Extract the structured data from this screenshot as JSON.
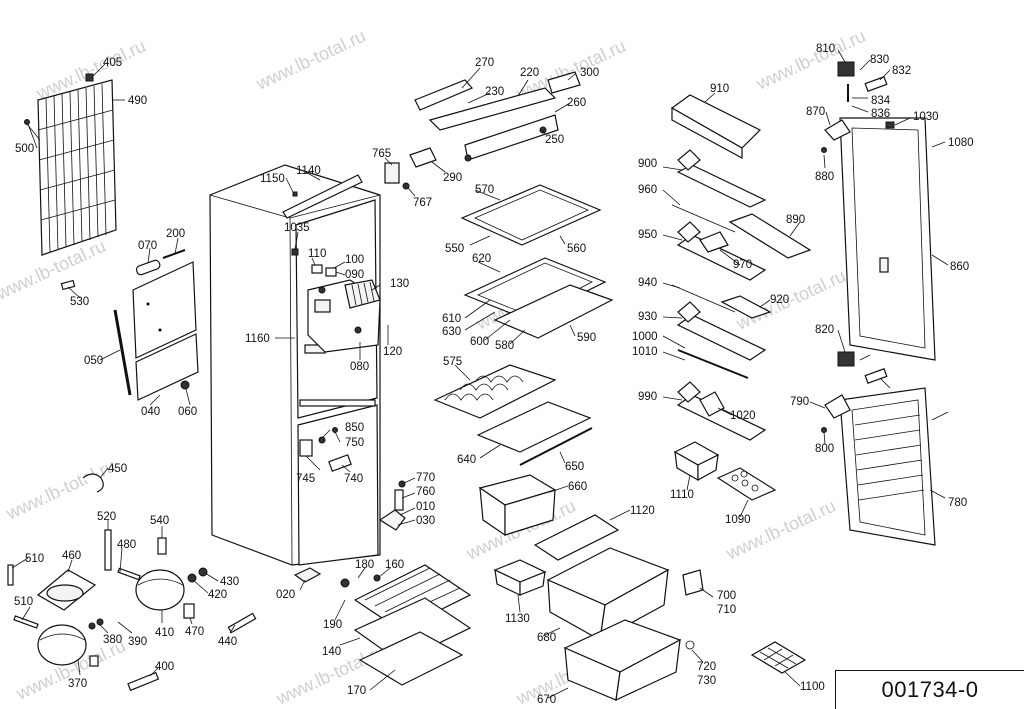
{
  "watermark": "www.lb-total.ru",
  "document_number": "001734-0",
  "part_labels": [
    "405",
    "490",
    "500",
    "530",
    "070",
    "200",
    "050",
    "040",
    "060",
    "1150",
    "1140",
    "1035",
    "1160",
    "110",
    "100",
    "090",
    "130",
    "080",
    "120",
    "765",
    "767",
    "290",
    "270",
    "230",
    "220",
    "300",
    "260",
    "250",
    "850",
    "750",
    "745",
    "740",
    "770",
    "760",
    "010",
    "030",
    "020",
    "570",
    "550",
    "560",
    "620",
    "610",
    "630",
    "600",
    "580",
    "590",
    "575",
    "640",
    "650",
    "660",
    "1120",
    "180",
    "160",
    "190",
    "140",
    "170",
    "1130",
    "680",
    "670",
    "910",
    "900",
    "960",
    "890",
    "950",
    "970",
    "940",
    "920",
    "930",
    "1000",
    "1010",
    "990",
    "1020",
    "1110",
    "1090",
    "810",
    "830",
    "832",
    "834",
    "836",
    "870",
    "1030",
    "1080",
    "880",
    "860",
    "820",
    "790",
    "800",
    "780",
    "700",
    "710",
    "720",
    "730",
    "1100",
    "450",
    "520",
    "540",
    "480",
    "510",
    "460",
    "430",
    "420",
    "470",
    "440",
    "380",
    "390",
    "410",
    "370",
    "400"
  ]
}
